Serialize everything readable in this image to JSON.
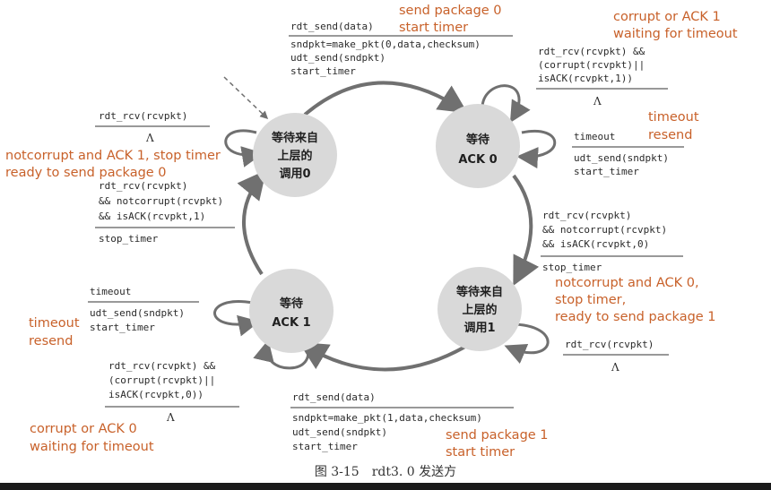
{
  "states": {
    "wait_call_0": [
      "等待来自",
      "上层的",
      "调用0"
    ],
    "wait_ack_0": [
      "等待",
      "ACK 0"
    ],
    "wait_call_1": [
      "等待来自",
      "上层的",
      "调用1"
    ],
    "wait_ack_1": [
      "等待",
      "ACK 1"
    ]
  },
  "transitions": {
    "call0_to_ack0": {
      "event": "rdt_send(data)",
      "actions": [
        "sndpkt=make_pkt(0,data,checksum)",
        "udt_send(sndpkt)",
        "start_timer"
      ]
    },
    "ack0_self_corrupt": {
      "event": [
        "rdt_rcv(rcvpkt) &&",
        "(corrupt(rcvpkt)||",
        "isACK(rcvpkt,1))"
      ],
      "action": "Λ"
    },
    "ack0_timeout": {
      "event": "timeout",
      "actions": [
        "udt_send(sndpkt)",
        "start_timer"
      ]
    },
    "ack0_to_call1": {
      "event": [
        "rdt_rcv(rcvpkt)",
        "&& notcorrupt(rcvpkt)",
        "&& isACK(rcvpkt,0)"
      ],
      "action": "stop_timer"
    },
    "call1_self": {
      "event": "rdt_rcv(rcvpkt)",
      "action": "Λ"
    },
    "call1_to_ack1": {
      "event": "rdt_send(data)",
      "actions": [
        "sndpkt=make_pkt(1,data,checksum)",
        "udt_send(sndpkt)",
        "start_timer"
      ]
    },
    "ack1_self_corrupt": {
      "event": [
        "rdt_rcv(rcvpkt) &&",
        "(corrupt(rcvpkt)||",
        "isACK(rcvpkt,0))"
      ],
      "action": "Λ"
    },
    "ack1_timeout": {
      "event": "timeout",
      "actions": [
        "udt_send(sndpkt)",
        "start_timer"
      ]
    },
    "ack1_to_call0": {
      "event": [
        "rdt_rcv(rcvpkt)",
        "&& notcorrupt(rcvpkt)",
        "&& isACK(rcvpkt,1)"
      ],
      "action": "stop_timer"
    },
    "call0_self": {
      "event": "rdt_rcv(rcvpkt)",
      "action": "Λ"
    }
  },
  "notes": {
    "send0": [
      "send package 0",
      "start timer"
    ],
    "corrupt_ack1": [
      "corrupt or  ACK 1",
      "waiting for timeout"
    ],
    "timeout_resend_right": [
      "timeout",
      "resend"
    ],
    "ack1_stop": [
      "notcorrupt and ACK 1, stop timer",
      "ready to send package 0"
    ],
    "ack0_stop": [
      "notcorrupt and  ACK 0,",
      "stop timer,",
      "ready to send package 1"
    ],
    "timeout_resend_left": [
      "timeout",
      "resend"
    ],
    "corrupt_ack0": [
      "corrupt or ACK 0",
      "waiting for timeout"
    ],
    "send1": [
      "send package 1",
      "start timer"
    ]
  },
  "caption": "图 3-15　rdt3. 0 发送方",
  "colors": {
    "state_fill": "#d9d9d9",
    "arrow": "#707070",
    "annotation": "#c8612a"
  }
}
